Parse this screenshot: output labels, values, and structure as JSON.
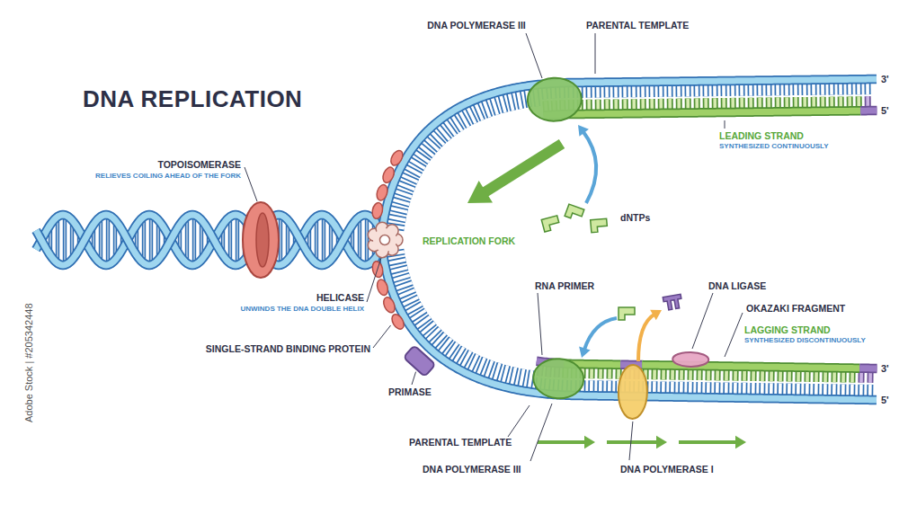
{
  "diagram": {
    "title": "DNA REPLICATION",
    "labels": [
      "DNA POLYMERASE III",
      "PARENTAL TEMPLATE",
      "3'",
      "5'",
      "LEADING STRAND",
      "SYNTHESIZED CONTINUOUSLY",
      "TOPOISOMERASE",
      "RELIEVES COILING AHEAD OF THE FORK",
      "dNTPs",
      "REPLICATION FORK",
      "RNA PRIMER",
      "DNA LIGASE",
      "HELICASE",
      "UNWINDS THE DNA DOUBLE HELIX",
      "OKAZAKI FRAGMENT",
      "LAGGING STRAND",
      "SYNTHESIZED DISCONTINUOUSLY",
      "SINGLE-STRAND BINDING PROTEIN",
      "3'",
      "PRIMASE",
      "5'",
      "PARENTAL TEMPLATE",
      "DNA POLYMERASE III",
      "DNA POLYMERASE I",
      "Adobe Stock | #205342448"
    ]
  }
}
